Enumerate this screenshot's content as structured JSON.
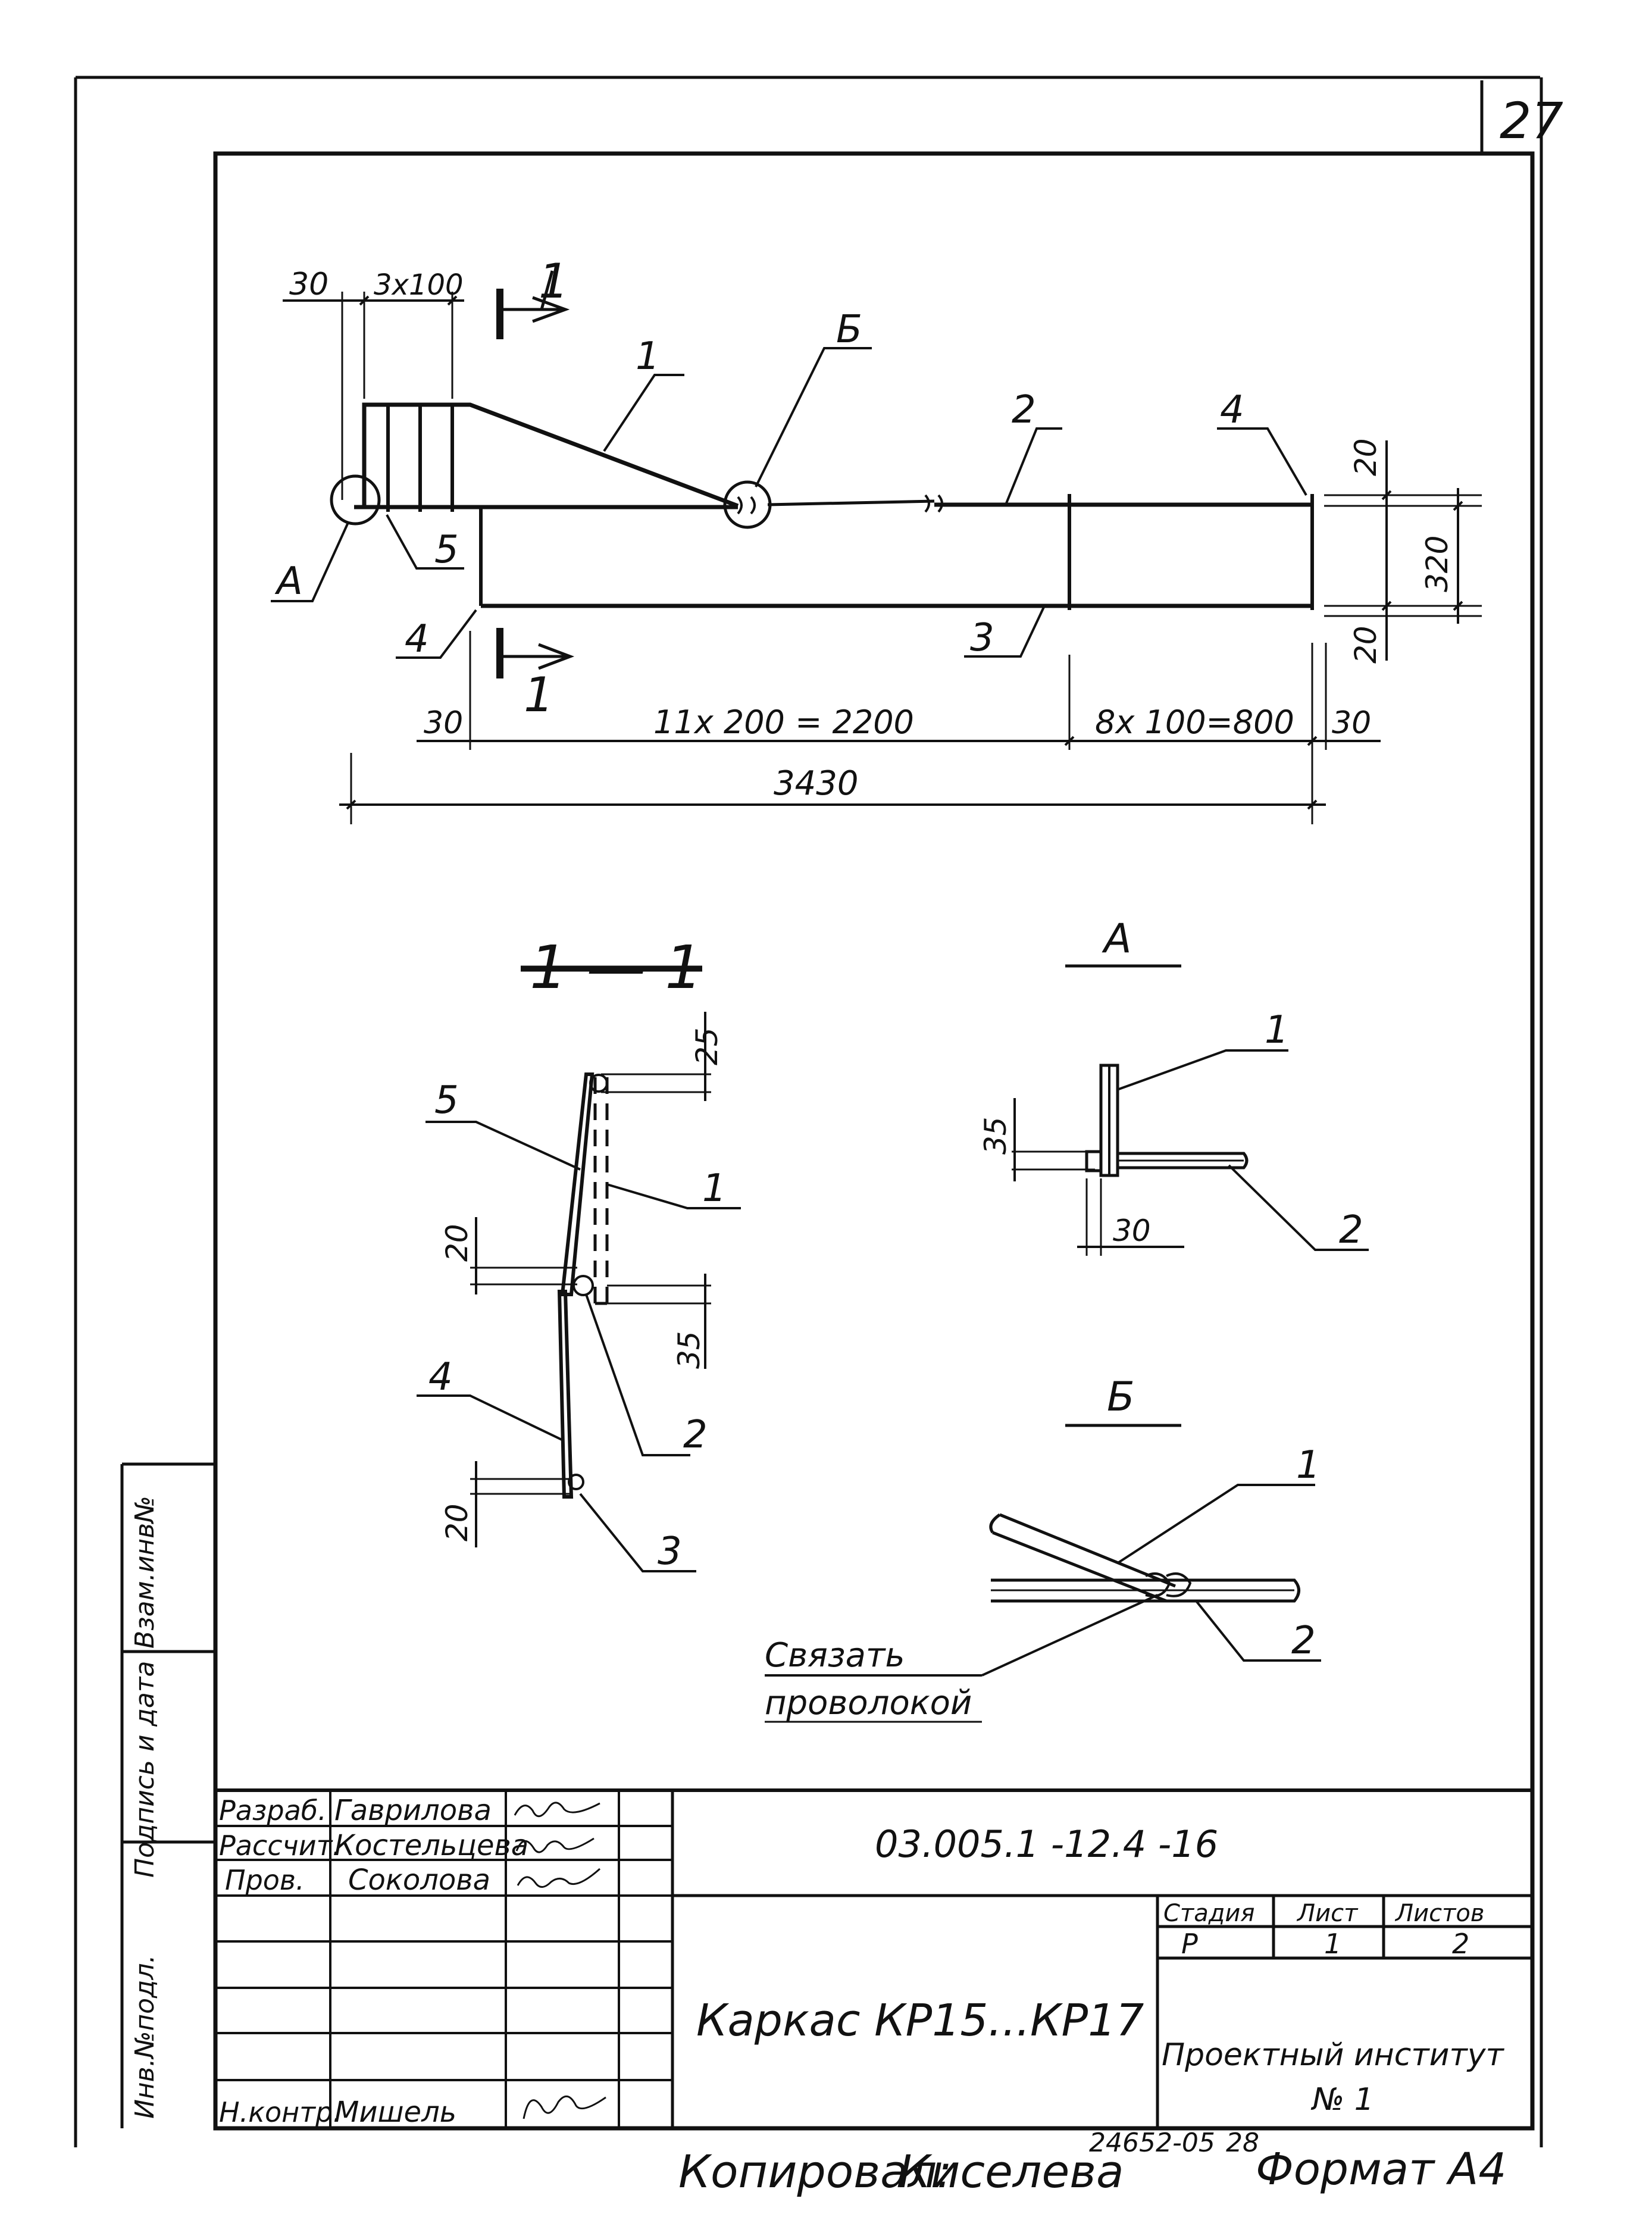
{
  "sheet": {
    "number": "27",
    "copied_by_label": "Копировал:",
    "copied_by_name": "Киселева",
    "archive_number": "24652-05",
    "archive_sheet": "28",
    "format_label": "Формат А4"
  },
  "side_stamp": {
    "inv_original": "Инв.№подл.",
    "sign_date": "Подпись и дата",
    "replaces_inv": "Взам.инв№"
  },
  "plan_view": {
    "dimensions": {
      "left_offset": "30",
      "bar_spacing": "3x100",
      "bottom_left_offset": "30",
      "main_spacing": "11x 200 = 2200",
      "end_spacing": "8x 100=800",
      "right_offset": "30",
      "overall_length": "3430",
      "top_cover": "20",
      "height": "320",
      "bottom_cover": "20"
    },
    "callouts": {
      "section_mark": "1",
      "bent_bar": "1",
      "detail_b": "Б",
      "top_bar": "2",
      "end_bar_top": "4",
      "detail_a": "А",
      "stirrup": "5",
      "end_bar_bottom": "4",
      "bottom_bar": "3"
    }
  },
  "section_1_1": {
    "title": "1 — 1",
    "dim_top": "25",
    "dim_mid": "20",
    "dim_lower": "35",
    "dim_bottom": "20",
    "labels": {
      "stirrup": "5",
      "bent_bar": "1",
      "end_bar": "4",
      "top_bar": "2",
      "bottom_bar": "3"
    }
  },
  "detail_a": {
    "title": "А",
    "dim_vertical": "35",
    "dim_horizontal": "30",
    "labels": {
      "bent_bar": "1",
      "top_bar": "2"
    }
  },
  "detail_b": {
    "title": "Б",
    "note_line1": "Связать",
    "note_line2": "проволокой",
    "labels": {
      "bent_bar": "1",
      "top_bar": "2"
    }
  },
  "title_block": {
    "roles": [
      "Разраб.",
      "Рассчит.",
      "Пров.",
      "Н.контр."
    ],
    "names": [
      "Гаврилова",
      "Костельцева",
      "Соколова",
      "Мишель"
    ],
    "document_code": "03.005.1 -12.4 -16",
    "item_name": "Каркас КР15...КР17",
    "stage_label": "Стадия",
    "sheet_label": "Лист",
    "sheets_label": "Листов",
    "stage_value": "Р",
    "sheet_value": "1",
    "sheets_value": "2",
    "organization_line1": "Проектный институт",
    "organization_line2": "№ 1"
  }
}
